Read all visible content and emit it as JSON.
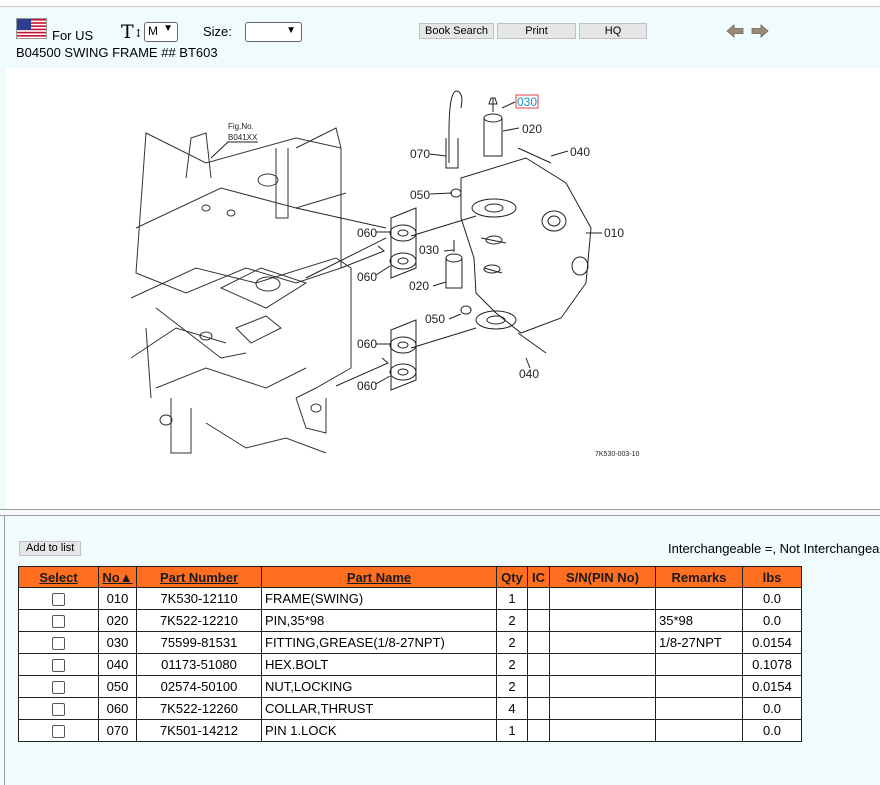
{
  "header": {
    "region_label": "For US",
    "font_size_value": "M",
    "size_label": "Size:",
    "size_value": "",
    "buttons": {
      "book_search": "Book Search",
      "print": "Print",
      "hq": "HQ"
    },
    "page_title": "B04500 SWING FRAME ## BT603"
  },
  "diagram": {
    "fig_label": "Fig.No.",
    "fig_number": "B041XX",
    "drawing_code": "7K530-003-10",
    "callouts": [
      "030",
      "020",
      "040",
      "070",
      "050",
      "010",
      "060",
      "060",
      "030",
      "020",
      "050",
      "060",
      "060",
      "040"
    ]
  },
  "list": {
    "add_to_list_label": "Add to list",
    "interchange_note": "Interchangeable =, Not Interchangeable"
  },
  "table": {
    "headers": {
      "select": "Select",
      "no": "No▲",
      "part_number": "Part Number",
      "part_name": "Part Name",
      "qty": "Qty",
      "ic": "IC",
      "sn": "S/N(PIN No)",
      "remarks": "Remarks",
      "lbs": "lbs"
    },
    "rows": [
      {
        "no": "010",
        "part_number": "7K530-12110",
        "part_name": "FRAME(SWING)",
        "qty": "1",
        "ic": "",
        "sn": "",
        "remarks": "",
        "lbs": "0.0"
      },
      {
        "no": "020",
        "part_number": "7K522-12210",
        "part_name": "PIN,35*98",
        "qty": "2",
        "ic": "",
        "sn": "",
        "remarks": "35*98",
        "lbs": "0.0"
      },
      {
        "no": "030",
        "part_number": "75599-81531",
        "part_name": "FITTING,GREASE(1/8-27NPT)",
        "qty": "2",
        "ic": "",
        "sn": "",
        "remarks": "1/8-27NPT",
        "lbs": "0.0154"
      },
      {
        "no": "040",
        "part_number": "01173-51080",
        "part_name": "HEX.BOLT",
        "qty": "2",
        "ic": "",
        "sn": "",
        "remarks": "",
        "lbs": "0.1078"
      },
      {
        "no": "050",
        "part_number": "02574-50100",
        "part_name": "NUT,LOCKING",
        "qty": "2",
        "ic": "",
        "sn": "",
        "remarks": "",
        "lbs": "0.0154"
      },
      {
        "no": "060",
        "part_number": "7K522-12260",
        "part_name": "COLLAR,THRUST",
        "qty": "4",
        "ic": "",
        "sn": "",
        "remarks": "",
        "lbs": "0.0"
      },
      {
        "no": "070",
        "part_number": "7K501-14212",
        "part_name": "PIN 1.LOCK",
        "qty": "1",
        "ic": "",
        "sn": "",
        "remarks": "",
        "lbs": "0.0"
      }
    ]
  },
  "colors": {
    "header_orange": "#ff6f1f",
    "background": "#f0fbfd",
    "highlight_callout": "#1a8fc8"
  }
}
